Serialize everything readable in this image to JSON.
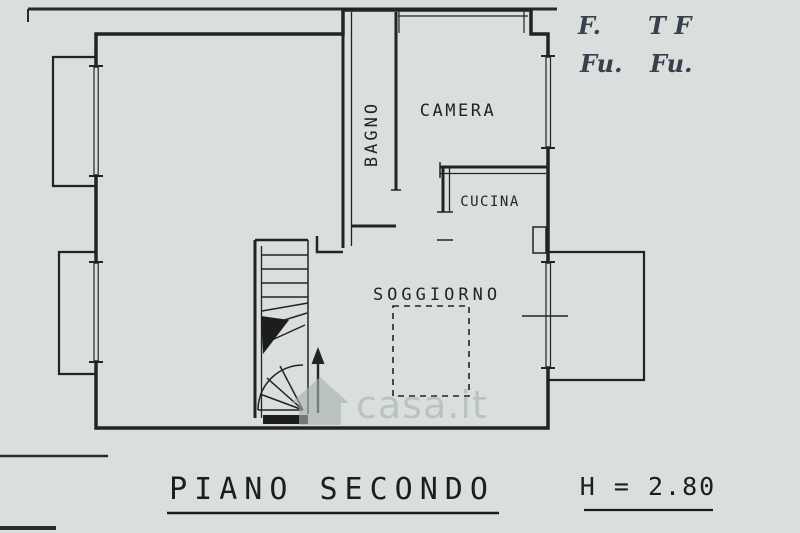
{
  "document": {
    "floor_title": "PIANO SECONDO",
    "height_label": "H = 2.80"
  },
  "rooms": {
    "bagno": "BAGNO",
    "camera": "CAMERA",
    "cucina": "CUCINA",
    "soggiorno": "SOGGIORNO"
  },
  "watermark": {
    "text": "casa.it"
  },
  "handwritten_notes": {
    "f1": "F.",
    "f2": "T F",
    "f3": "Fu.",
    "f4": "Fu."
  },
  "colors": {
    "paper": "#d9dfdd",
    "ink": "#232323",
    "pen_ink": "#39404b",
    "watermark": "#a9b3b0"
  }
}
